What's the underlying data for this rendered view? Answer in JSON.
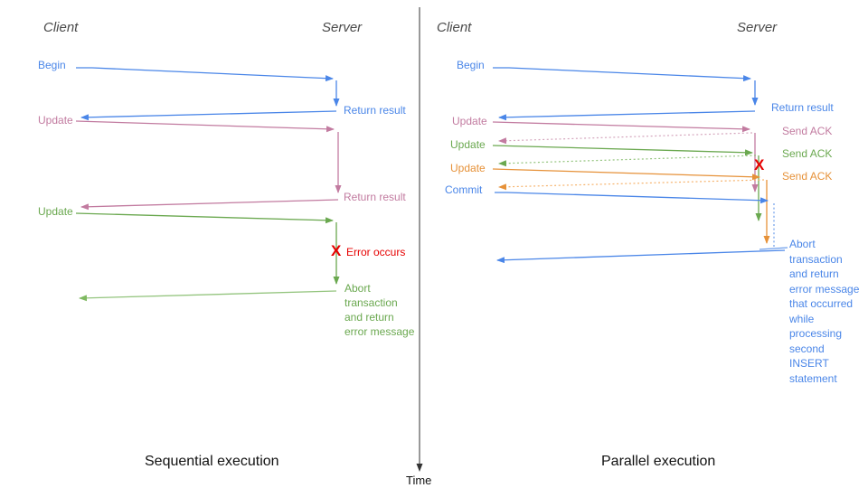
{
  "palette": {
    "blue": "#4a86e8",
    "blue_light": "#6d9eeb",
    "pink": "#c27ba0",
    "pink_light": "#d5a6bd",
    "green": "#6aa84f",
    "green_light": "#93c47d",
    "orange": "#e69138",
    "orange_light": "#f6b26b",
    "red": "#e60000",
    "axis": "#333333"
  },
  "time_axis": {
    "label": "Time"
  },
  "left": {
    "title": "Sequential execution",
    "client": "Client",
    "server": "Server",
    "begin": "Begin",
    "return_result_1": "Return result",
    "update_1": "Update",
    "return_result_2": "Return result",
    "update_2": "Update",
    "error_mark": "X",
    "error_label": "Error occurs",
    "abort_text": "Abort\ntransaction\nand return\nerror message"
  },
  "right": {
    "title": "Parallel execution",
    "client": "Client",
    "server": "Server",
    "begin": "Begin",
    "return_result": "Return result",
    "update_1": "Update",
    "send_ack_1": "Send ACK",
    "update_2": "Update",
    "send_ack_2": "Send ACK",
    "update_3": "Update",
    "send_ack_3": "Send ACK",
    "commit": "Commit",
    "error_mark": "X",
    "abort_text": "Abort\ntransaction\nand return\nerror message\nthat occurred\nwhile\nprocessing\nsecond\nINSERT\nstatement"
  }
}
